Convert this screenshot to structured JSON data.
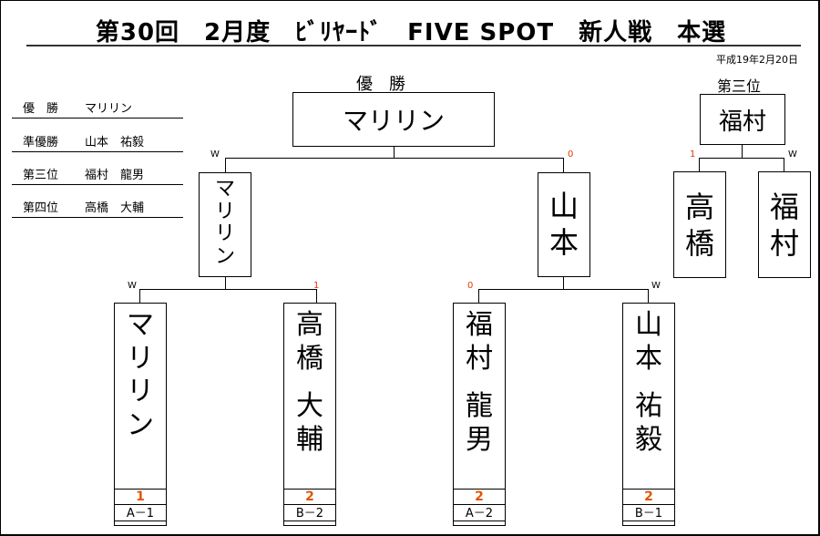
{
  "title": "第30回　2月度　ﾋﾞﾘﾔｰﾄﾞ　FIVE SPOT　新人戦　本選",
  "date": "平成19年2月20日",
  "results": [
    {
      "rank": "優　勝",
      "name": "マリリン"
    },
    {
      "rank": "準優勝",
      "name": "山本　祐毅"
    },
    {
      "rank": "第三位",
      "name": "福村　龍男"
    },
    {
      "rank": "第四位",
      "name": "高橋　大輔"
    }
  ],
  "champion_caption": "優　勝",
  "champion_name": "マリリン",
  "third_caption": "第三位",
  "third_winner": "福村",
  "semifinal": [
    {
      "name": [
        "マ",
        "リ",
        "リ",
        "ン"
      ],
      "mark": "W"
    },
    {
      "name": [
        "山",
        "本"
      ],
      "mark": "0"
    }
  ],
  "third_match": [
    {
      "name": [
        "高",
        "橋"
      ],
      "mark": "1"
    },
    {
      "name": [
        "福",
        "村"
      ],
      "mark": "W"
    }
  ],
  "first_round": [
    {
      "name": [
        "マ",
        "リ",
        "リ",
        "ン"
      ],
      "mark": "W",
      "score": "1",
      "seed": "A－1"
    },
    {
      "name": [
        "高",
        "橋",
        "",
        "大",
        "輔"
      ],
      "mark": "1",
      "score": "2",
      "seed": "B－2"
    },
    {
      "name": [
        "福",
        "村",
        "",
        "龍",
        "男"
      ],
      "mark": "0",
      "score": "2",
      "seed": "A－2"
    },
    {
      "name": [
        "山",
        "本",
        "",
        "祐",
        "毅"
      ],
      "mark": "W",
      "score": "2",
      "seed": "B－1"
    }
  ],
  "colors": {
    "accent": "#e35400",
    "marker": "#e03a00",
    "line": "#000000"
  }
}
